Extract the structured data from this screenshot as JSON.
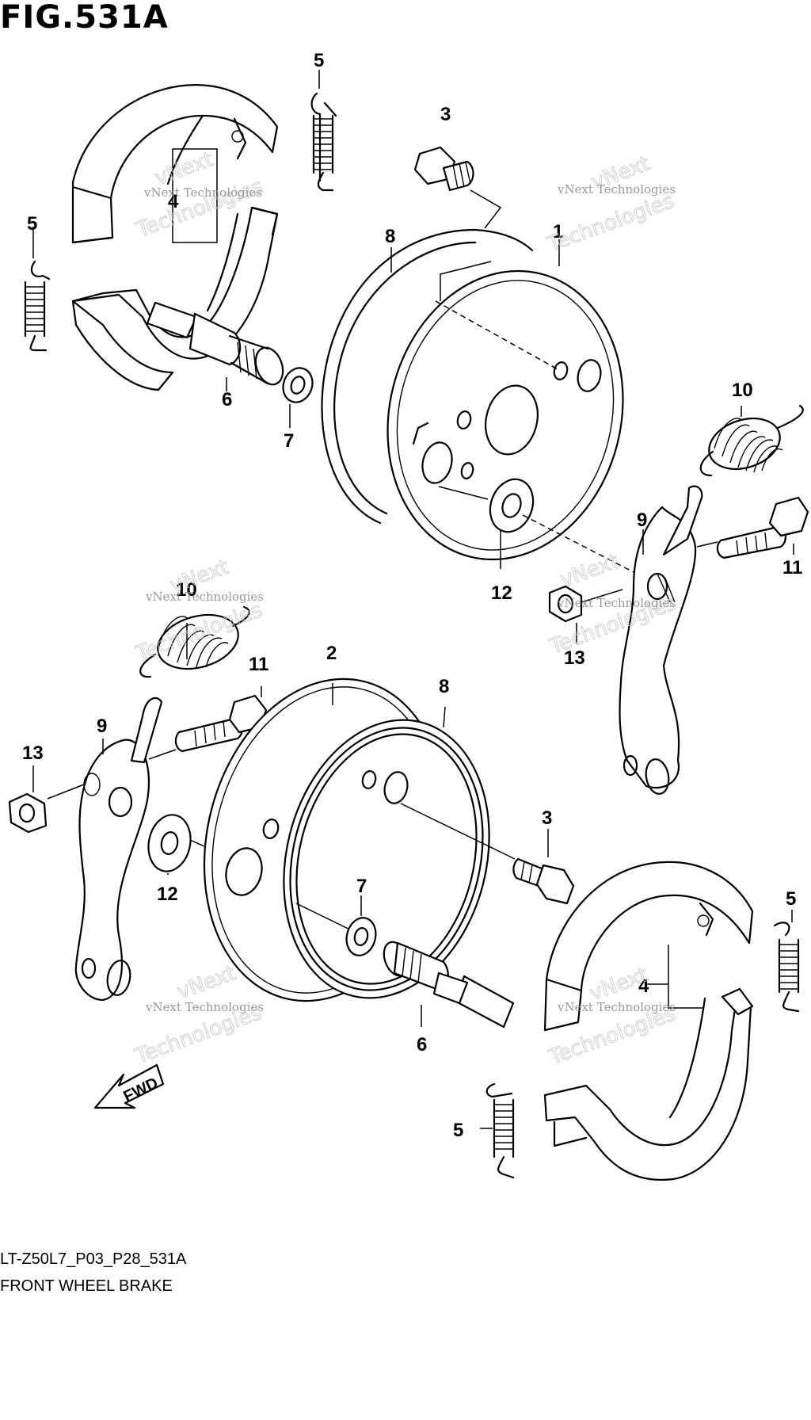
{
  "figure": {
    "title": "FIG.531A",
    "code": "LT-Z50L7_P03_P28_531A",
    "name": "FRONT WHEEL BRAKE"
  },
  "watermark": {
    "small": "vNext Technologies",
    "big_top": "vNext",
    "big_bottom": "Technologies"
  },
  "direction_arrow": "FWD",
  "callouts": {
    "c1": "1",
    "c2": "2",
    "c3a": "3",
    "c3b": "3",
    "c4a": "4",
    "c4b": "4",
    "c5a": "5",
    "c5b": "5",
    "c5c": "5",
    "c5d": "5",
    "c6a": "6",
    "c6b": "6",
    "c7a": "7",
    "c7b": "7",
    "c8a": "8",
    "c8b": "8",
    "c9a": "9",
    "c9b": "9",
    "c10a": "10",
    "c10b": "10",
    "c11a": "11",
    "c11b": "11",
    "c12a": "12",
    "c12b": "12",
    "c13a": "13",
    "c13b": "13"
  }
}
